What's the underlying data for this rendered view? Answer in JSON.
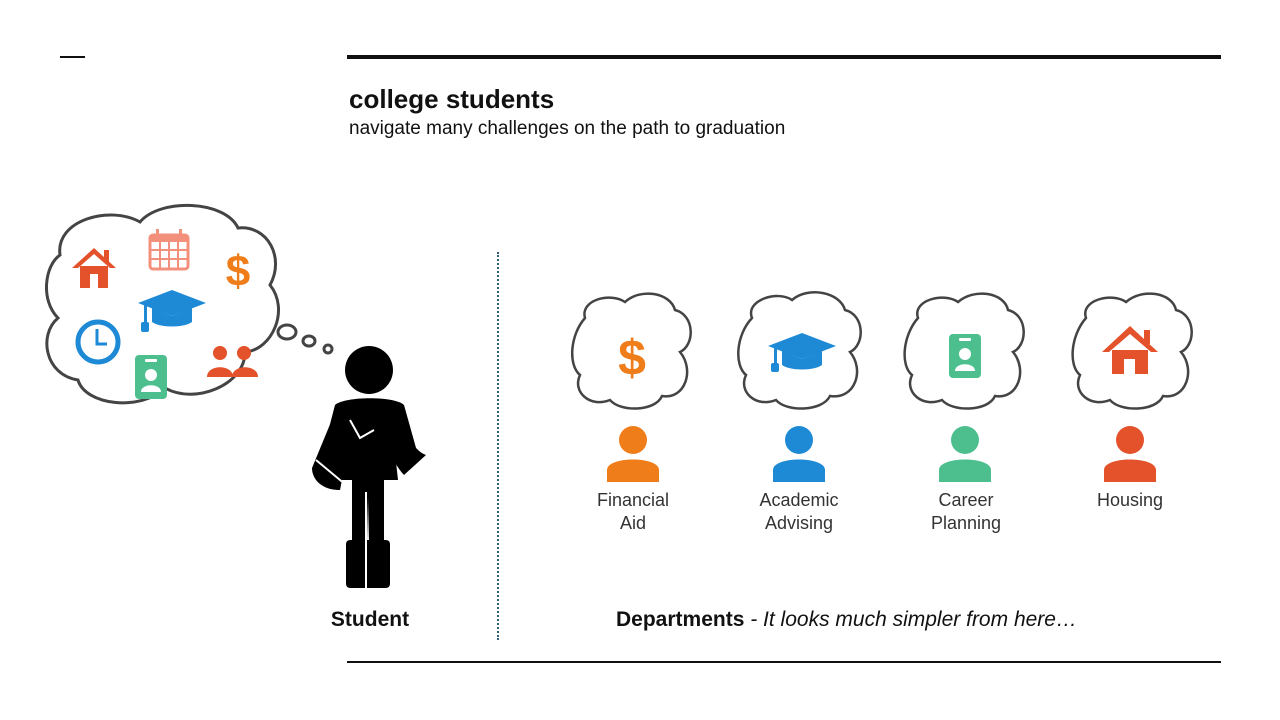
{
  "header": {
    "title": "college students",
    "subtitle": "navigate many challenges on the path to graduation"
  },
  "student": {
    "label": "Student"
  },
  "departments": {
    "caption_bold": "Departments",
    "caption_italic": "- It looks much simpler from here…",
    "items": [
      {
        "line1": "Financial",
        "line2": "Aid",
        "icon": "dollar-icon",
        "color": "#ef7d1a"
      },
      {
        "line1": "Academic",
        "line2": "Advising",
        "icon": "graduation-cap-icon",
        "color": "#1e8ad6"
      },
      {
        "line1": "Career",
        "line2": "Planning",
        "icon": "id-badge-icon",
        "color": "#4dbf8f"
      },
      {
        "line1": "Housing",
        "line2": "",
        "icon": "house-icon",
        "color": "#e4522b"
      }
    ]
  },
  "thought_icons": [
    "house-icon",
    "calendar-icon",
    "dollar-icon",
    "graduation-cap-icon",
    "clock-icon",
    "id-badge-icon",
    "people-icon"
  ],
  "colors": {
    "orange": "#ef7d1a",
    "blue": "#1e8ad6",
    "green": "#4dbf8f",
    "red": "#e4522b",
    "salmon": "#f2907c"
  }
}
